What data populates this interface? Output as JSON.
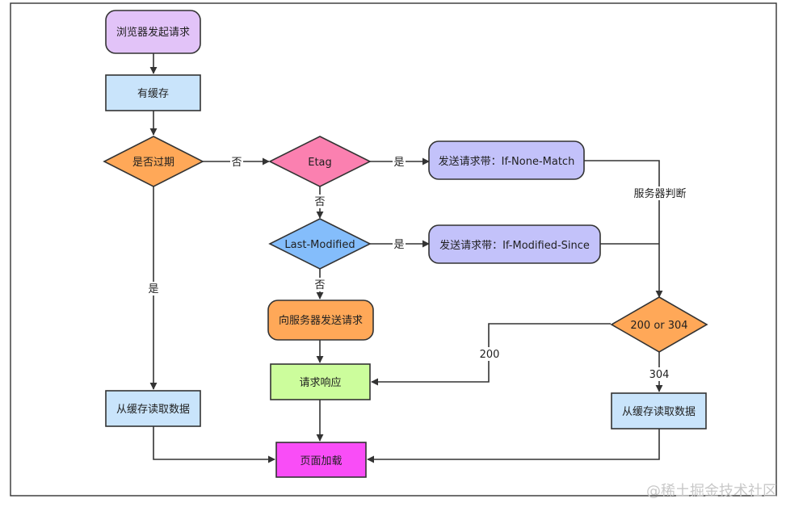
{
  "diagram": {
    "nodes": {
      "start": {
        "label": "浏览器发起请求",
        "color": "#e2c3f8",
        "shape": "rounded-rect"
      },
      "has_cache": {
        "label": "有缓存",
        "color": "#c9e4fb",
        "shape": "rect"
      },
      "expired": {
        "label": "是否过期",
        "color": "#ffa858",
        "shape": "diamond"
      },
      "etag": {
        "label": "Etag",
        "color": "#fb80b0",
        "shape": "diamond"
      },
      "send_inm": {
        "label": "发送请求带：If-None-Match",
        "color": "#c3c2fa",
        "shape": "rounded-rect"
      },
      "last_modified": {
        "label": "Last-Modified",
        "color": "#84bdfb",
        "shape": "diamond"
      },
      "send_ims": {
        "label": "发送请求带：If-Modified-Since",
        "color": "#c3c2fa",
        "shape": "rounded-rect"
      },
      "request_server": {
        "label": "向服务器发送请求",
        "color": "#ffa858",
        "shape": "rounded-rect"
      },
      "status": {
        "label": "200 or 304",
        "color": "#ffa858",
        "shape": "diamond"
      },
      "response": {
        "label": "请求响应",
        "color": "#ccfd9c",
        "shape": "rect"
      },
      "read_cache_left": {
        "label": "从缓存读取数据",
        "color": "#c9e4fb",
        "shape": "rect"
      },
      "read_cache_right": {
        "label": "从缓存读取数据",
        "color": "#c9e4fb",
        "shape": "rect"
      },
      "page_load": {
        "label": "页面加载",
        "color": "#f94df7",
        "shape": "rect"
      }
    },
    "edge_labels": {
      "expired_no": "否",
      "expired_yes": "是",
      "etag_yes": "是",
      "etag_no": "否",
      "lm_yes": "是",
      "lm_no": "否",
      "server_judge": "服务器判断",
      "status_200": "200",
      "status_304": "304"
    },
    "colors": {
      "line": "#333333",
      "frame": "#333333"
    }
  },
  "watermark": "@稀土掘金技术社区"
}
